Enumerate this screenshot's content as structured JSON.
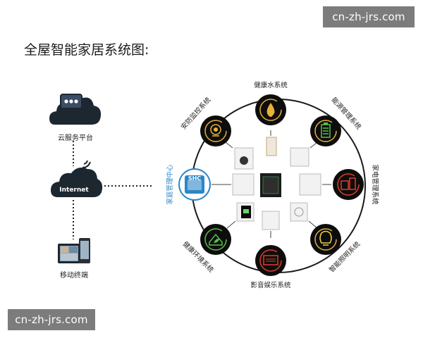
{
  "watermark": {
    "top": "cn-zh-jrs.com",
    "bottom": "cn-zh-jrs.com"
  },
  "title": "全屋智能家居系统图:",
  "left": {
    "cloud_platform": "云服务平台",
    "internet": "Internet",
    "mobile_terminal": "移动终端"
  },
  "hub": {
    "badge": "SHC",
    "label": "家庭管理中心"
  },
  "systems": [
    {
      "name": "健康水系统",
      "icon": "water-drop-icon"
    },
    {
      "name": "能源管理系统",
      "icon": "battery-icon"
    },
    {
      "name": "家电管理系统",
      "icon": "appliance-icon"
    },
    {
      "name": "智能照明系统",
      "icon": "lamp-icon"
    },
    {
      "name": "影音娱乐系统",
      "icon": "media-player-icon"
    },
    {
      "name": "健康环境系统",
      "icon": "leaf-house-icon"
    },
    {
      "name": "安防监控系统",
      "icon": "camera-icon"
    }
  ],
  "colors": {
    "ring": "#1a1a1a",
    "node_fill": "#0d0d0d",
    "hub_blue": "#2b87c7",
    "cloud_dark": "#1d2730",
    "icon_gold": "#e7b13a",
    "icon_red": "#e23d2b",
    "icon_green": "#57c24b"
  }
}
